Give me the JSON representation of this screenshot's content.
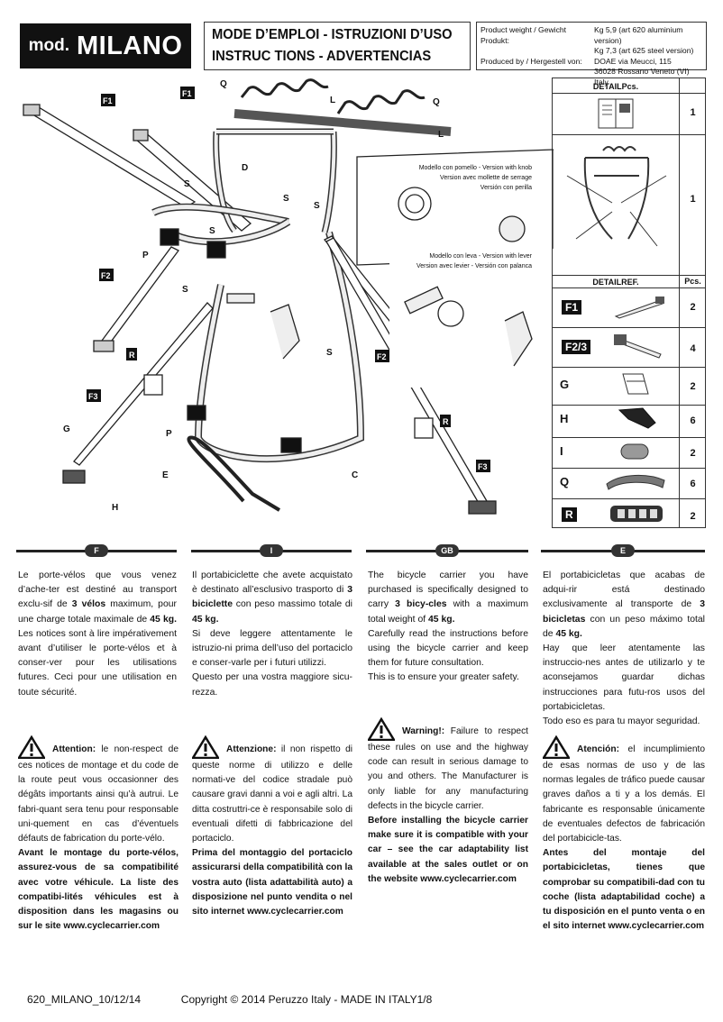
{
  "header": {
    "logo_prefix": "mod.",
    "logo_name": "MILANO",
    "title_line1": "MODE D’EMPLOI - ISTRUZIONI D’USO",
    "title_line2": "INSTRUC TIONS - ADVERTENCIAS",
    "info": [
      {
        "k": "Product weight / Gewicht Produkt:",
        "v": "Kg 5,9 (art 620 aluminium version)"
      },
      {
        "k": "",
        "v": "Kg 7,3 (art 625 steel version)"
      },
      {
        "k": "Produced by / Hergestell von:",
        "v": "DOAE via Meucci, 115"
      },
      {
        "k": "",
        "v": "36028 Rossano Veneto (VI) Italy"
      }
    ]
  },
  "figure": {
    "labels": {
      "F1a": "F1",
      "F1b": "F1",
      "F2a": "F2",
      "F2b": "F2",
      "F3a": "F3",
      "F3b": "F3",
      "Ra": "R",
      "Rb": "R",
      "Q1": "Q",
      "Q2": "Q",
      "L1": "L",
      "L2": "L",
      "D": "D",
      "S1": "S",
      "S2": "S",
      "S3": "S",
      "S4": "S",
      "S5": "S",
      "S6": "S",
      "P1": "P",
      "P2": "P",
      "G": "G",
      "H": "H",
      "E": "E",
      "C": "C"
    },
    "knob_caption": [
      "Modello con pomello - Version with knob",
      "Version avec mollette de serrage",
      "Versión con perilla"
    ],
    "lever_caption": [
      "Modello con leva - Version with lever",
      "Version avec levier - Versión con palanca"
    ]
  },
  "parts": {
    "detail_pcs": "DETAILPcs.",
    "row1_qty": "1",
    "row2_qty": "1",
    "detail_ref": "DETAILREF.",
    "pcs": "Pcs.",
    "items": [
      {
        "code": "F1",
        "qty": "2"
      },
      {
        "code": "F2/3",
        "qty": "4"
      },
      {
        "code": "G",
        "qty": "2"
      },
      {
        "code": "H",
        "qty": "6"
      },
      {
        "code": "I",
        "qty": "2"
      },
      {
        "code": "Q",
        "qty": "6"
      },
      {
        "code": "R",
        "qty": "2"
      }
    ]
  },
  "langs": [
    "F",
    "I",
    "GB",
    "E"
  ],
  "intro": {
    "F": {
      "a": "Le porte-vélos que vous venez d’ache-ter est destiné au transport exclu-sif de ",
      "b": "3 vélos",
      "c": " maximum, pour une charge totale maximale de ",
      "d": "45 kg.",
      "e": " Les notices sont à lire impérativement avant d’utiliser le porte-vélos et à conser-ver pour les utilisations futures. Ceci pour une utilisation en toute sécurité."
    },
    "I": {
      "a": "Il portabiciclette che avete acquistato è destinato all’esclusivo trasporto di ",
      "b": "3 biciclette",
      "c": " con peso massimo totale di ",
      "d": "45 kg.",
      "e": "Si deve leggere attentamente le istruzio-ni prima dell’uso del portaciclo e conser-varle per i futuri utilizzi.",
      "f": "Questo per una vostra maggiore sicu-rezza."
    },
    "GB": {
      "a": "The bicycle carrier you have purchased is specifically designed to carry ",
      "b": "3 bicy-cles",
      "c": " with a maximum total weight of ",
      "d": "45 kg.",
      "e": "Carefully read the instructions before using the bicycle carrier and keep them for future consultation.",
      "f": "This is to ensure your greater safety."
    },
    "E": {
      "a": "El portabicicletas que acabas de adqui-rir está destinado exclusivamente al transporte de ",
      "b": "3 bicicletas",
      "c": " con un peso máximo total de ",
      "d": "45 kg.",
      "e": "Hay que leer atentamente las instruccio-nes antes de utilizarlo y te aconsejamos guardar dichas instrucciones para futu-ros usos del portabicicletas.",
      "f": "Todo eso es para tu mayor seguridad."
    }
  },
  "warnings": {
    "F": {
      "head": "Attention:",
      "text": " le non-respect de ces notices de montage et du code de la route peut vous occasionner des dégâts importants ainsi qu’à autrui. Le fabri-quant sera tenu pour responsable uni-quement en cas d’éventuels défauts de fabrication du porte-vélo.",
      "bold": "Avant le montage du porte-vélos, assurez-vous de sa compatibilité avec votre véhicule. La liste des compatibi-lités véhicules est à disposition dans les magasins ou sur le site www.cyclecarrier.com"
    },
    "I": {
      "head": "Attenzione:",
      "text": " il non rispetto di queste norme di utilizzo e delle normati-ve del codice stradale può causare gravi danni a voi e agli altri. La ditta costruttri-ce è responsabile solo di eventuali difetti di fabbricazione del portaciclo.",
      "bold": "Prima del montaggio del portaciclo assicurarsi della compatibilità con la vostra auto (lista adattabilità auto) a disposizione nel punto vendita o nel sito internet www.cyclecarrier.com"
    },
    "GB": {
      "head": "Warning!:",
      "text": " Failure to respect these rules on use and the highway code can result in serious damage to you and others. The Manufacturer is only liable for any manufacturing defects in the bicycle carrier.",
      "bold": "Before installing the bicycle carrier make sure it is compatible with your car – see the car adaptability list available at the sales outlet or on the website www.cyclecarrier.com"
    },
    "E": {
      "head": "Atención:",
      "text": " el incumplimiento de esas normas de uso y de las normas legales de tráfico puede causar graves daños a ti y a los demás. El fabricante es responsable únicamente de eventuales defectos de fabricación del portabicicle-tas.",
      "bold": "Antes del montaje del portabicicletas, tienes que comprobar su compatibili-dad con tu coche (lista adaptabilidad coche) a tu disposición en el punto venta o en el sito internet www.cyclecarrier.com"
    }
  },
  "footer": {
    "code": "620_MILANO_10/12/14",
    "copyright": "Copyright © 2014 Peruzzo Italy - MADE IN ITALY1/8"
  }
}
